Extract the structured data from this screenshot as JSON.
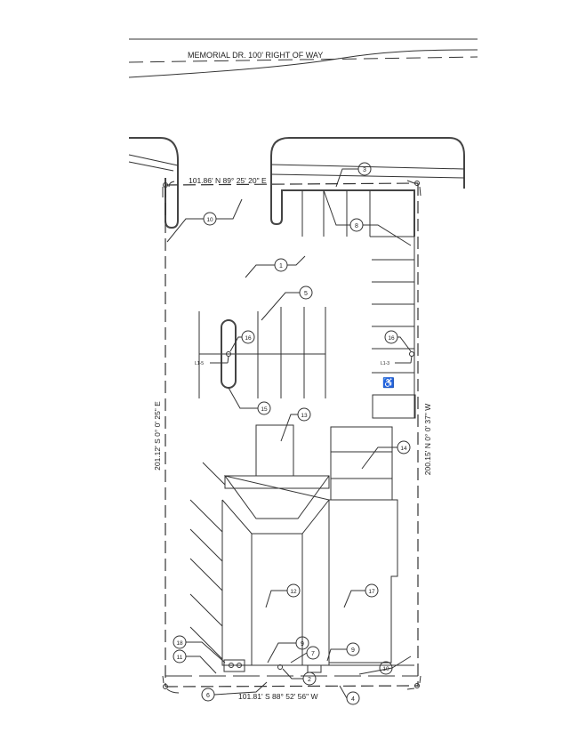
{
  "road": {
    "label": "MEMORIAL DR.  100' RIGHT OF  WAY"
  },
  "bearings": {
    "north": "101.86'  N 89° 25' 20\"  E",
    "south": "101.81'  S 88° 52' 56\"  W",
    "west": "201.12'  S 0° 0' 25\"  E",
    "east": "200.15'  N 0° 0' 37\"  W"
  },
  "light_labels": {
    "left": "L1-5",
    "right": "L1-3"
  },
  "keynotes": [
    "1",
    "2",
    "3",
    "4",
    "5",
    "6",
    "7",
    "8",
    "9",
    "9",
    "10",
    "10",
    "11",
    "12",
    "13",
    "14",
    "15",
    "16",
    "16",
    "17",
    "18"
  ],
  "accessible_symbol": "♿"
}
